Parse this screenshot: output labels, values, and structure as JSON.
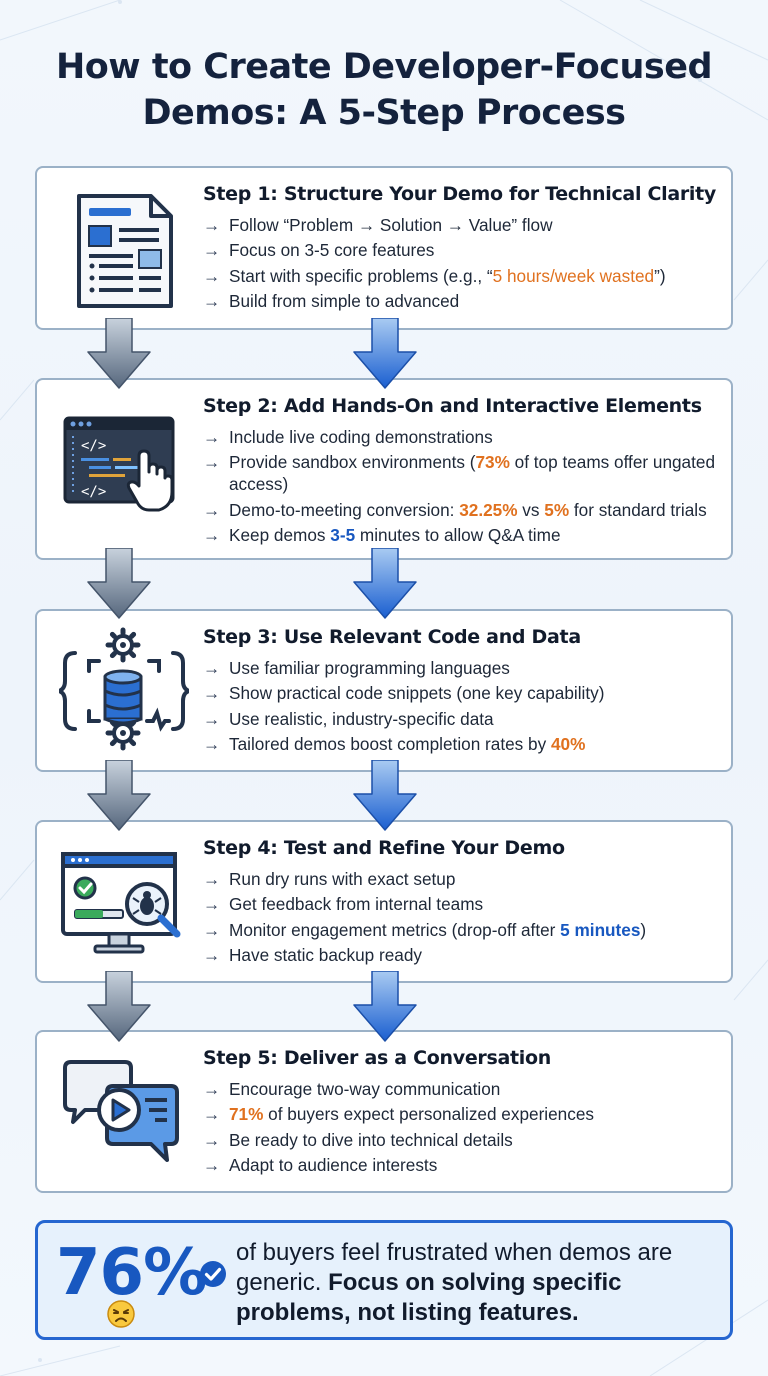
{
  "title": {
    "line1": "How to Create Developer-Focused",
    "line2": "Demos: A 5-Step Process"
  },
  "arrow_glyph": "→",
  "steps": [
    {
      "title": "Step 1: Structure Your Demo for Technical Clarity",
      "icon": "document-layout-icon",
      "bullets": {
        "b1": "Follow “Problem → Solution → Value” flow",
        "b2": "Focus on 3-5 core features",
        "b3_pre": "Start with specific problems (e.g., “",
        "b3_hl": "5 hours/week wasted",
        "b3_post": "”)",
        "b4": "Build from simple to advanced"
      }
    },
    {
      "title": "Step 2: Add Hands-On and Interactive Elements",
      "icon": "code-window-cursor-icon",
      "bullets": {
        "b1": "Include live coding demonstrations",
        "b2_pre": "Provide sandbox environments (",
        "b2_hl": "73%",
        "b2_post": " of top teams offer ungated access)",
        "b3_pre": "Demo-to-meeting conversion: ",
        "b3_hl1": "32.25%",
        "b3_mid": " vs ",
        "b3_hl2": "5%",
        "b3_post": " for standard trials",
        "b4_pre": "Keep demos ",
        "b4_hl": "3-5",
        "b4_post": " minutes to allow Q&A time"
      }
    },
    {
      "title": "Step 3: Use Relevant Code and Data",
      "icon": "code-data-gears-icon",
      "bullets": {
        "b1": "Use familiar programming languages",
        "b2": "Show practical code snippets (one key capability)",
        "b3": "Use realistic, industry-specific data",
        "b4_pre": "Tailored demos boost completion rates by ",
        "b4_hl": "40%"
      }
    },
    {
      "title": "Step 4: Test and Refine Your Demo",
      "icon": "monitor-bug-search-icon",
      "bullets": {
        "b1": "Run dry runs with exact setup",
        "b2": "Get feedback from internal teams",
        "b3_pre": "Monitor engagement metrics (drop-off after ",
        "b3_hl": "5 minutes",
        "b3_post": ")",
        "b4": "Have static backup ready"
      }
    },
    {
      "title": "Step 5: Deliver as a Conversation",
      "icon": "chat-video-icon",
      "bullets": {
        "b1": "Encourage two-way communication",
        "b2_hl": "71%",
        "b2_post": " of buyers expect personalized experiences",
        "b3": "Be ready to dive into technical details",
        "b4": "Adapt to audience interests"
      }
    }
  ],
  "callout": {
    "stat": "76%",
    "text_plain": "of buyers feel frustrated when demos are generic. ",
    "text_bold": "Focus on solving specific problems, not listing features."
  },
  "colors": {
    "accent_blue": "#1858c0",
    "accent_orange": "#e0711f",
    "title_navy": "#14223d",
    "card_border": "#9bb1c7"
  }
}
